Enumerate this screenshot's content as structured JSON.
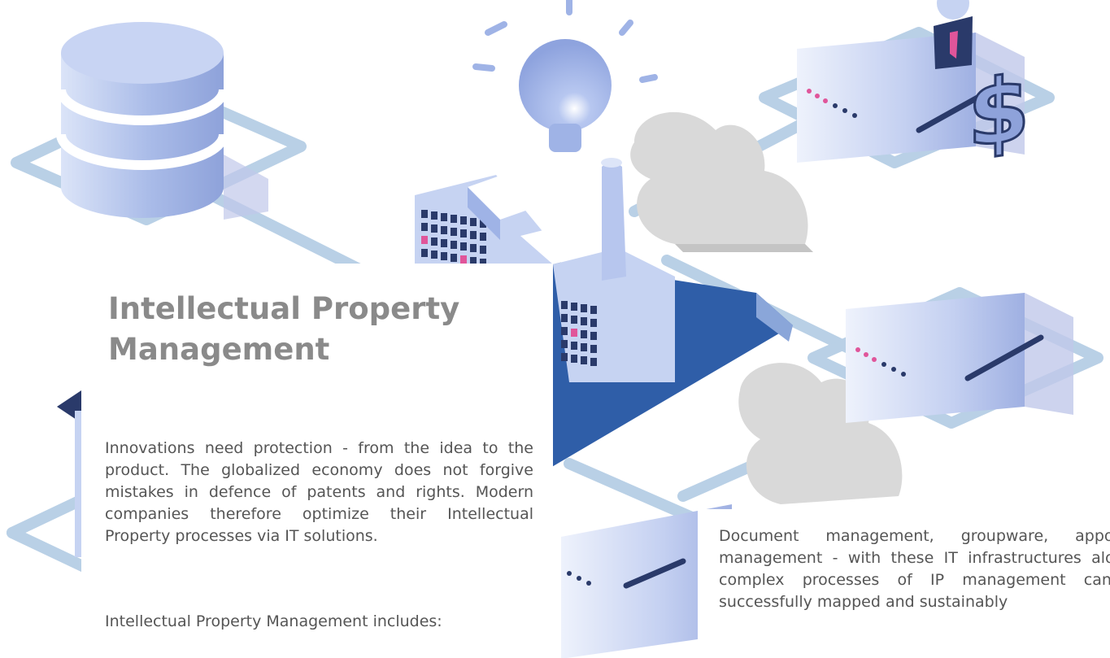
{
  "section": {
    "title_line1": "Intellectual Property",
    "title_line2": "Management",
    "intro": "Innovations need protection - from the idea to the product. The globalized economy does not forgive mistakes in defence of patents and rights. Modern companies therefore optimize their Intellectual Property processes via IT solutions.",
    "includes_label": "Intellectual Property Management includes:"
  },
  "side_text": {
    "paragraph": "Document management, groupware, appointment management - with these IT infrastructures alone, the complex processes of IP management cannot be successfully mapped and sustainably"
  },
  "illustration": {
    "dollar_symbol": "$",
    "icons": [
      "database-icon",
      "lightbulb-icon",
      "factory-icon",
      "cloud-icon",
      "server-icon",
      "user-icon",
      "dollar-icon"
    ],
    "colors": {
      "periwinkle": "#9fb3e6",
      "light_blue": "#c6d3f2",
      "navy": "#2a3a6a",
      "dark_blue": "#2f5ea8",
      "pink": "#e0559a",
      "pipe": "#b9d0e6",
      "cloud": "#d8d8d8"
    }
  }
}
